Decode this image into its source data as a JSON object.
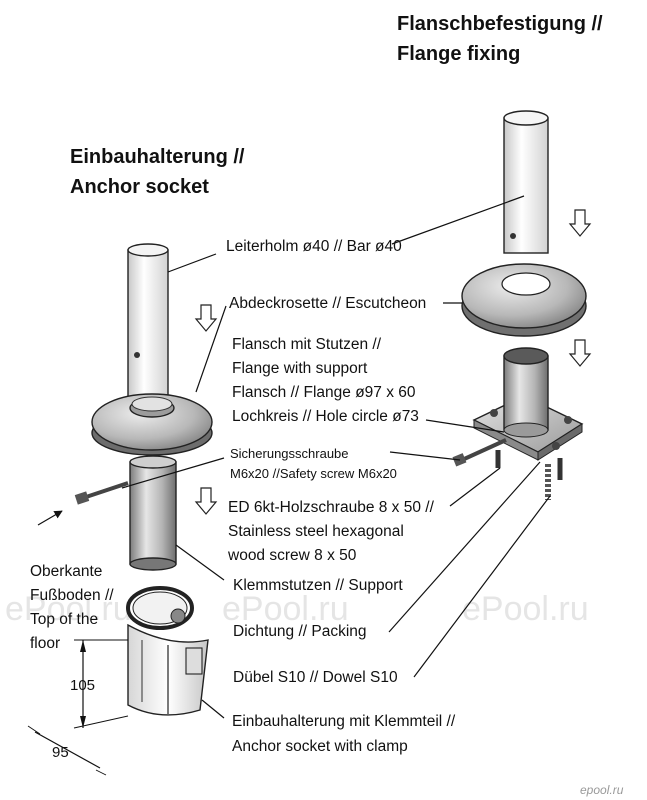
{
  "titles": {
    "flange_line1": "Flanschbefestigung //",
    "flange_line2": "Flange fixing",
    "anchor_line1": "Einbauhalterung //",
    "anchor_line2": "Anchor socket"
  },
  "labels": {
    "bar": "Leiterholm ø40 // Bar ø40",
    "escutcheon": "Abdeckrosette // Escutcheon",
    "flange_support_1": "Flansch mit Stutzen //",
    "flange_support_2": "Flange with support",
    "flange_size": "Flansch // Flange ø97 x 60",
    "hole_circle": "Lochkreis // Hole circle ø73",
    "safety_screw_1": "Sicherungsschraube",
    "safety_screw_2": "M6x20 //Safety screw M6x20",
    "wood_screw_1": "ED 6kt-Holzschraube 8 x 50 //",
    "wood_screw_2": "Stainless steel hexagonal",
    "wood_screw_3": "wood screw 8 x 50",
    "support": "Klemmstutzen // Support",
    "packing": "Dichtung // Packing",
    "dowel": "Dübel S10 // Dowel S10",
    "socket_1": "Einbauhalterung mit Klemmteil //",
    "socket_2": "Anchor socket with clamp",
    "floor_1": "Oberkante",
    "floor_2": "Fußboden //",
    "floor_3": "Top of the",
    "floor_4": "floor"
  },
  "dimensions": {
    "height": "105",
    "width": "95"
  },
  "watermarks": [
    "ePool.ru",
    "ePool.ru",
    "ePool.ru"
  ],
  "logo_text": "epool.ru",
  "colors": {
    "metal_light": "#e6e6e6",
    "metal_mid": "#b4b4b4",
    "metal_dark": "#7c7c7c",
    "text": "#111111",
    "watermark": "#d0d0d0"
  }
}
